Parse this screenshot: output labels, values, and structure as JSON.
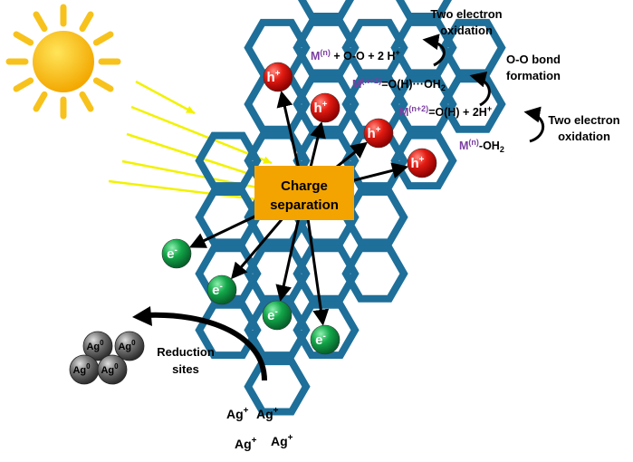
{
  "colors": {
    "hex_stroke": "#1e6f99",
    "sun": "#f6b400",
    "sun_rays": "#f7c21b",
    "light_beam": "#f2f200",
    "charge_box": "#f3a400",
    "hole": "#e01010",
    "electron": "#12a84a",
    "metal": "#7b3fa1",
    "silver_sphere": "#6a6a6a"
  },
  "icons": [
    "sun-icon",
    "hole-h-plus-icon",
    "electron-e-minus-icon",
    "silver-nanoparticle-icon",
    "curved-arrow-icon"
  ],
  "labels": {
    "charge": [
      "Charge",
      "separation"
    ],
    "hole": "h",
    "hole_sup": "+",
    "electron": "e",
    "electron_sup": "-",
    "reduction": [
      "Reduction",
      "sites"
    ],
    "silver_ion": "Ag",
    "silver_ion_sup": "+",
    "silver_atom": "Ag",
    "silver_atom_sup": "0"
  },
  "annotations": {
    "top": [
      "Two electron",
      "oxidation"
    ],
    "bond": [
      "O-O bond",
      "formation"
    ],
    "right": [
      "Two electron",
      "oxidation"
    ]
  },
  "reactions": {
    "r1": {
      "metal": "M",
      "metal_sup": "(n)",
      "rest": " + O-O  + 2 H",
      "rest_sup": "+"
    },
    "r2": {
      "metal": "M",
      "metal_sup": "(n+2)",
      "bond": "=",
      "rest": "O(H)···OH",
      "rest_sub": "2"
    },
    "r3": {
      "metal": "M",
      "metal_sup": "(n+2)",
      "bond": "=",
      "rest": "O(H)  + 2H",
      "rest_sup": "+"
    },
    "r4": {
      "metal": "M",
      "metal_sup": "(n)",
      "rest": "-OH",
      "rest_sub": "2"
    }
  }
}
